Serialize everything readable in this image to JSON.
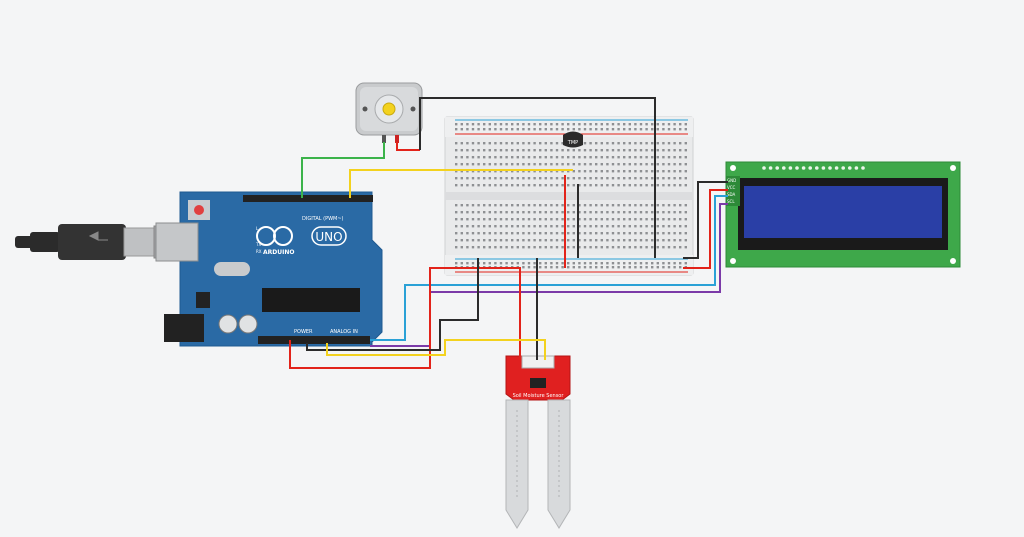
{
  "canvas": {
    "background": "#f4f5f6"
  },
  "arduino": {
    "brand": "ARDUINO",
    "model": "UNO",
    "digital_label": "DIGITAL (PWM~)",
    "power_label": "POWER",
    "analog_label": "ANALOG IN",
    "color": "#2a6aa5",
    "tx_label": "TX",
    "rx_label": "RX",
    "l_label": "L"
  },
  "sensor": {
    "text": "Soil Moisture Sensor",
    "color": "#e02020"
  },
  "temp_sensor": {
    "label": "TMP"
  },
  "lcd": {
    "pins": [
      "GND",
      "VCC",
      "SDA",
      "SCL"
    ],
    "board_color": "#3ea84a",
    "screen_color": "#2a3fa6"
  },
  "wires": {
    "red": "#e2231a",
    "black": "#2b2b2b",
    "yellow": "#f3d21e",
    "green": "#3bb34a",
    "blue": "#2aa1d6",
    "purple": "#7b3aa8"
  }
}
